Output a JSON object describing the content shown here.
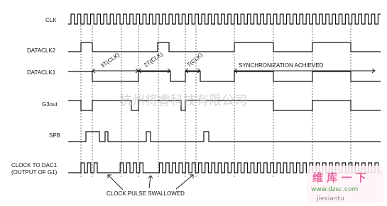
{
  "signals": {
    "clk": "CLK",
    "dataclk2": "DATACLK2",
    "dataclk1": "DATACLK1",
    "g3out": "G3out",
    "spb": "SPB",
    "clock_to_dac1_line1": "CLOCK TO DAC1",
    "clock_to_dac1_line2": "(OUTPUT OF G1)"
  },
  "annotations": {
    "three_t": "3T(CLK)",
    "two_t": "2T(CLK)",
    "one_t": "T(CLK)",
    "sync": "SYNCHRONIZATION ACHIEVED",
    "swallowed": "CLOCK PULSE SWALLOWED"
  },
  "watermark": {
    "cn": "杭州将睿科技有限公司",
    "site": "www.dzsc.com",
    "site2": "jiexiantu"
  }
}
